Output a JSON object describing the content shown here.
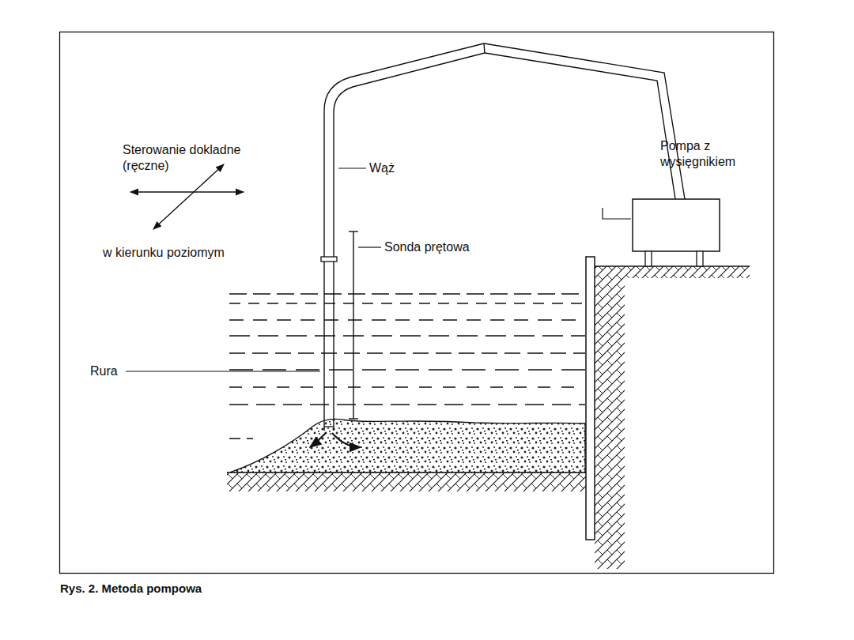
{
  "diagram": {
    "caption": "Rys. 2. Metoda pompowa",
    "labels": [
      "Sterowanie dokladne (ręczne)",
      "w kierunku poziomym",
      "Wąż",
      "Sonda prętowa",
      "Pompa z wysięgnikiem",
      "Rura"
    ]
  }
}
